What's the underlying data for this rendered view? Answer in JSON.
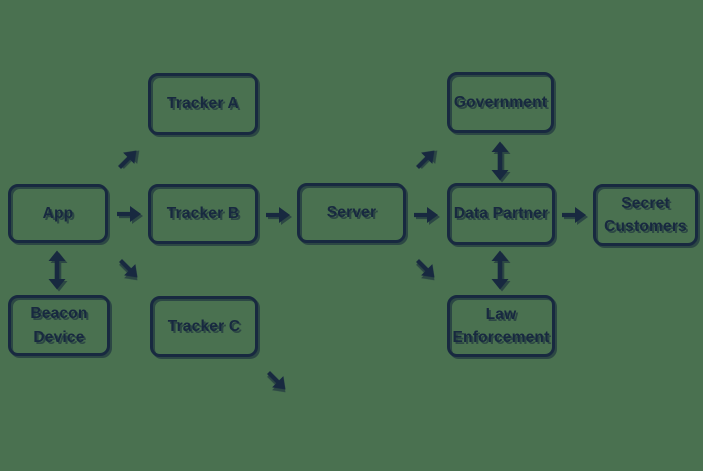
{
  "colors": {
    "background": "#4a7150",
    "ink": "#182940"
  },
  "diagram": {
    "nodes": {
      "app": {
        "label": "App"
      },
      "beacon_device": {
        "label": "Beacon\nDevice"
      },
      "tracker_a": {
        "label": "Tracker A"
      },
      "tracker_b": {
        "label": "Tracker B"
      },
      "tracker_c": {
        "label": "Tracker C"
      },
      "server": {
        "label": "Server"
      },
      "government": {
        "label": "Government"
      },
      "data_partner": {
        "label": "Data Partner"
      },
      "law_enforcement": {
        "label": "Law\nEnforcement"
      },
      "secret_customers": {
        "label": "Secret\nCustomers"
      }
    },
    "edges": [
      {
        "from": "App",
        "to": "Tracker A",
        "type": "one-way-diagonal-up"
      },
      {
        "from": "App",
        "to": "Tracker B",
        "type": "one-way"
      },
      {
        "from": "App",
        "to": "Tracker C",
        "type": "one-way-diagonal-down"
      },
      {
        "from": "App",
        "to": "Beacon Device",
        "type": "two-way"
      },
      {
        "from": "Tracker B",
        "to": "Server",
        "type": "one-way"
      },
      {
        "from": "Server",
        "to": "Government",
        "type": "one-way-diagonal-up"
      },
      {
        "from": "Server",
        "to": "Data Partner",
        "type": "one-way"
      },
      {
        "from": "Server",
        "to": "Law Enforcement",
        "type": "one-way-diagonal-down"
      },
      {
        "from": "Government",
        "to": "Data Partner",
        "type": "two-way"
      },
      {
        "from": "Data Partner",
        "to": "Law Enforcement",
        "type": "two-way"
      },
      {
        "from": "Data Partner",
        "to": "Secret Customers",
        "type": "one-way"
      },
      {
        "from": "Tracker C",
        "to": "",
        "type": "one-way-diagonal-down"
      }
    ]
  }
}
